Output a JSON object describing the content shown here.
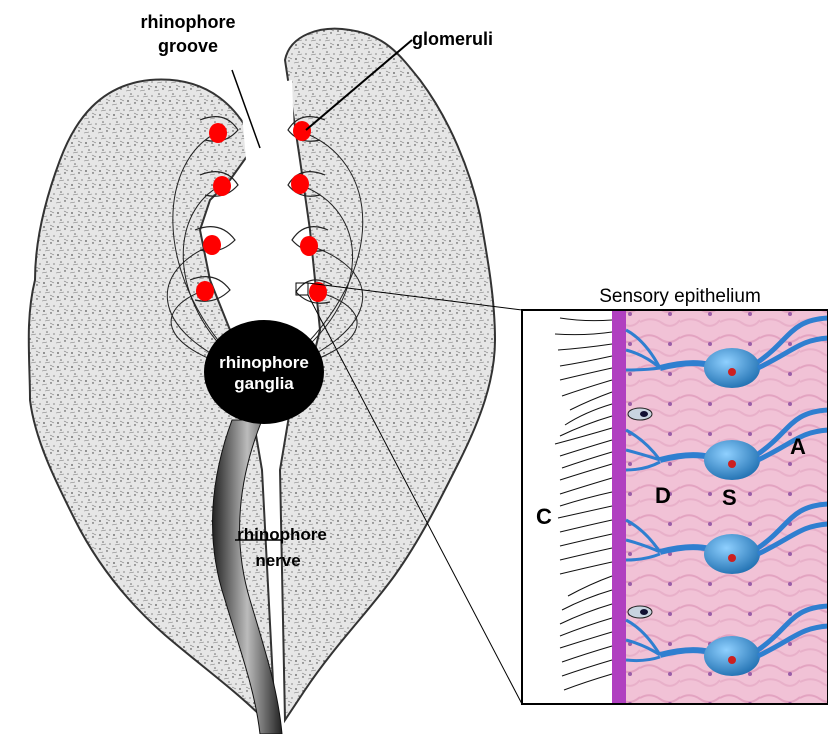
{
  "labels": {
    "rhinophore_groove_1": "rhinophore",
    "rhinophore_groove_2": "groove",
    "glomeruli": "glomeruli",
    "ganglia_1": "rhinophore",
    "ganglia_2": "ganglia",
    "nerve_1": "rhinophore",
    "nerve_2": "nerve"
  },
  "inset": {
    "title": "Sensory epithelium",
    "label_c": "C",
    "label_d": "D",
    "label_s": "S",
    "label_a": "A"
  },
  "colors": {
    "glomerulus": "#ff0000",
    "ganglia": "#000000",
    "tissue_pink": "#f2c6d8",
    "cuticle_purple": "#b040c0",
    "neuron_blue": "#3a8fd0",
    "nucleus_red": "#cc2020"
  }
}
